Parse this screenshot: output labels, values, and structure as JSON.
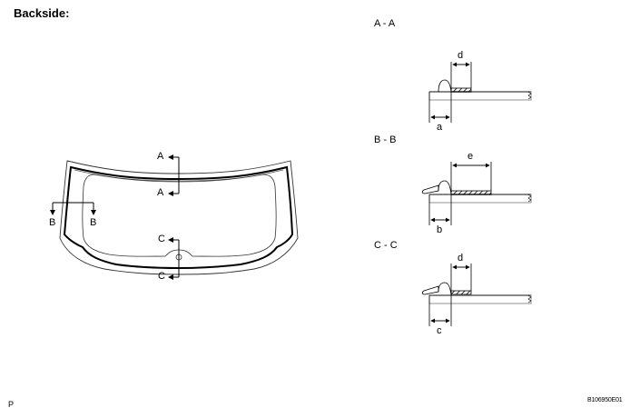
{
  "title": "Backside:",
  "footer": {
    "left_code": "P",
    "figure_id": "B106950E01"
  },
  "window_view": {
    "section_markers": [
      {
        "label": "A",
        "position": "top"
      },
      {
        "label": "A",
        "position": "bottom"
      },
      {
        "label": "B",
        "position": "left"
      },
      {
        "label": "B",
        "position": "right"
      },
      {
        "label": "C",
        "position": "top"
      },
      {
        "label": "C",
        "position": "bottom"
      }
    ]
  },
  "sections": [
    {
      "title": "A - A",
      "dim_offset": "a",
      "dim_width": "d"
    },
    {
      "title": "B - B",
      "dim_offset": "b",
      "dim_width": "e"
    },
    {
      "title": "C - C",
      "dim_offset": "c",
      "dim_width": "d"
    }
  ],
  "colors": {
    "line": "#000000",
    "panel": "#9a9a9a",
    "background": "#ffffff"
  }
}
